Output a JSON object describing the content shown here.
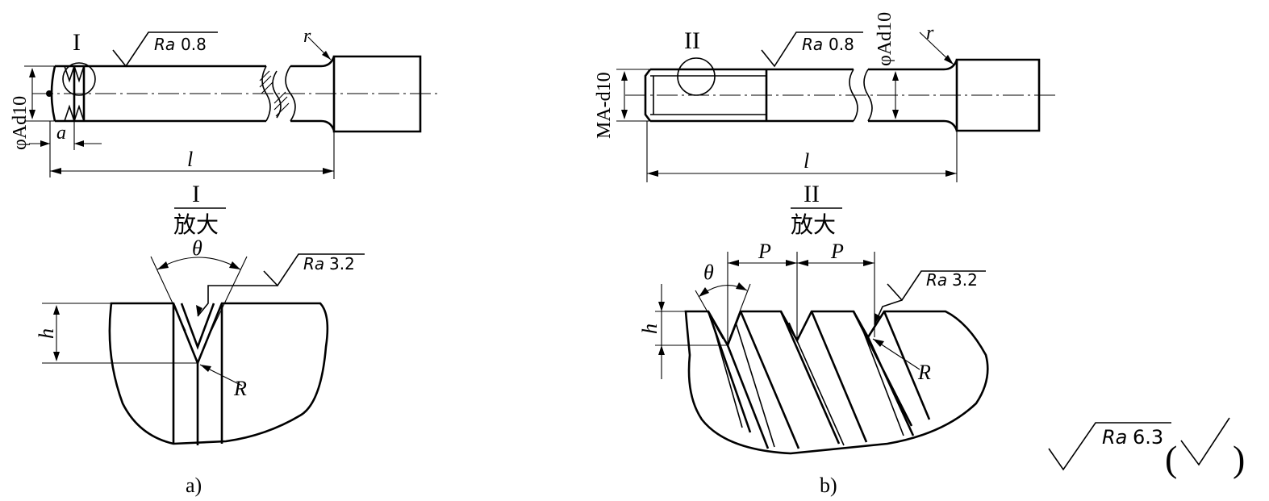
{
  "labels": {
    "view_a": {
      "detail_mark": "I",
      "roughness_shaft": "0.8",
      "roughness_prefix": "Ra",
      "fillet_radius": "r",
      "diameter_dim": "φAd10",
      "groove_width": "a",
      "length_dim": "l",
      "section_mark": "I",
      "section_caption": "放大",
      "groove_angle": "θ",
      "groove_roughness": "3.2",
      "groove_depth": "h",
      "groove_radius": "R",
      "caption": "a)"
    },
    "view_b": {
      "detail_mark": "II",
      "thread_dim": "MA-d10",
      "roughness_shaft": "0.8",
      "roughness_prefix": "Ra",
      "diameter_dim": "φAd10",
      "fillet_radius": "r",
      "length_dim": "l",
      "section_mark": "II",
      "section_caption": "放大",
      "thread_angle": "θ",
      "pitch_1": "P",
      "pitch_2": "P",
      "thread_roughness": "3.2",
      "thread_depth": "h",
      "thread_radius": "R",
      "caption": "b)"
    },
    "general_roughness": {
      "prefix": "Ra",
      "value": "6.3",
      "open_paren": "(",
      "close_paren": ")"
    }
  }
}
